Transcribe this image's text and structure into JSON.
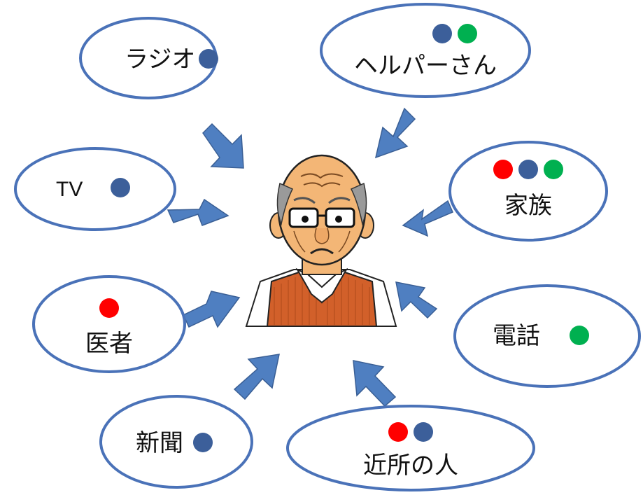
{
  "colors": {
    "ellipse_fill": "#ffffff",
    "ellipse_stroke": "#4a72b8",
    "arrow_fill": "#4f7fc1",
    "arrow_stroke": "#3a5f95",
    "dot_red": "#ff0000",
    "dot_blue": "#3c5f9a",
    "dot_green": "#00b050"
  },
  "center_figure": {
    "icon": "elderly-man-icon"
  },
  "sources": [
    {
      "id": "radio",
      "label": "ラジオ",
      "dots": [
        "blue"
      ]
    },
    {
      "id": "helper",
      "label": "ヘルパーさん",
      "dots": [
        "blue",
        "green"
      ]
    },
    {
      "id": "tv",
      "label": "TV",
      "dots": [
        "blue"
      ]
    },
    {
      "id": "family",
      "label": "家族",
      "dots": [
        "red",
        "blue",
        "green"
      ]
    },
    {
      "id": "doctor",
      "label": "医者",
      "dots": [
        "red"
      ]
    },
    {
      "id": "phone",
      "label": "電話",
      "dots": [
        "green"
      ]
    },
    {
      "id": "newspaper",
      "label": "新聞",
      "dots": [
        "blue"
      ]
    },
    {
      "id": "neighbors",
      "label": "近所の人",
      "dots": [
        "red",
        "blue"
      ]
    }
  ]
}
